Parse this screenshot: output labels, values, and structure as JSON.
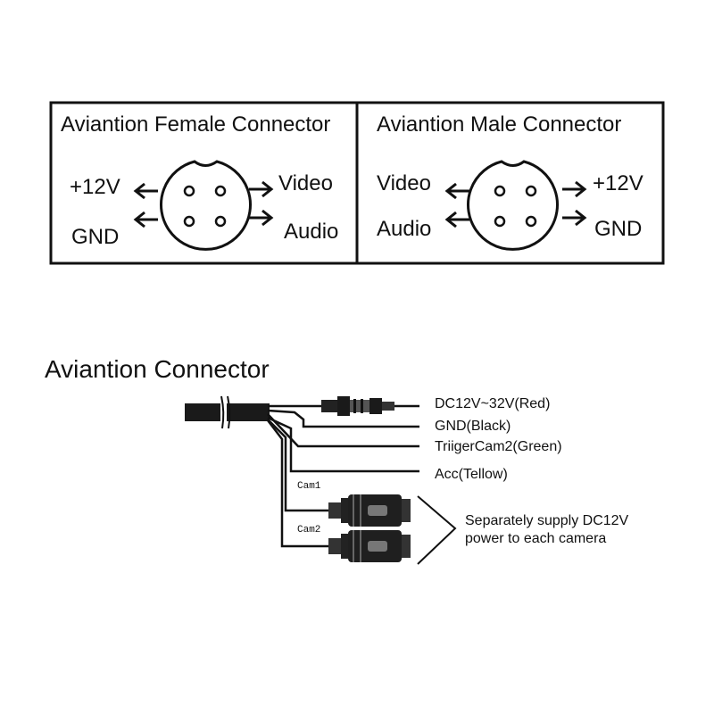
{
  "female": {
    "title": "Aviantion Female Connector",
    "pins": {
      "top_left": "+12V",
      "bottom_left": "GND",
      "top_right": "Video",
      "bottom_right": "Audio"
    }
  },
  "male": {
    "title": "Aviantion Male Connector",
    "pins": {
      "top_left": "Video",
      "bottom_left": "Audio",
      "top_right": "+12V",
      "bottom_right": "GND"
    }
  },
  "harness": {
    "title": "Aviantion Connector",
    "wires": [
      "DC12V~32V(Red)",
      "GND(Black)",
      "TriigerCam2(Green)",
      "Acc(Tellow)"
    ],
    "cams": [
      "Cam1",
      "Cam2"
    ],
    "note_line1": "Separately supply DC12V",
    "note_line2": "power to each camera"
  }
}
